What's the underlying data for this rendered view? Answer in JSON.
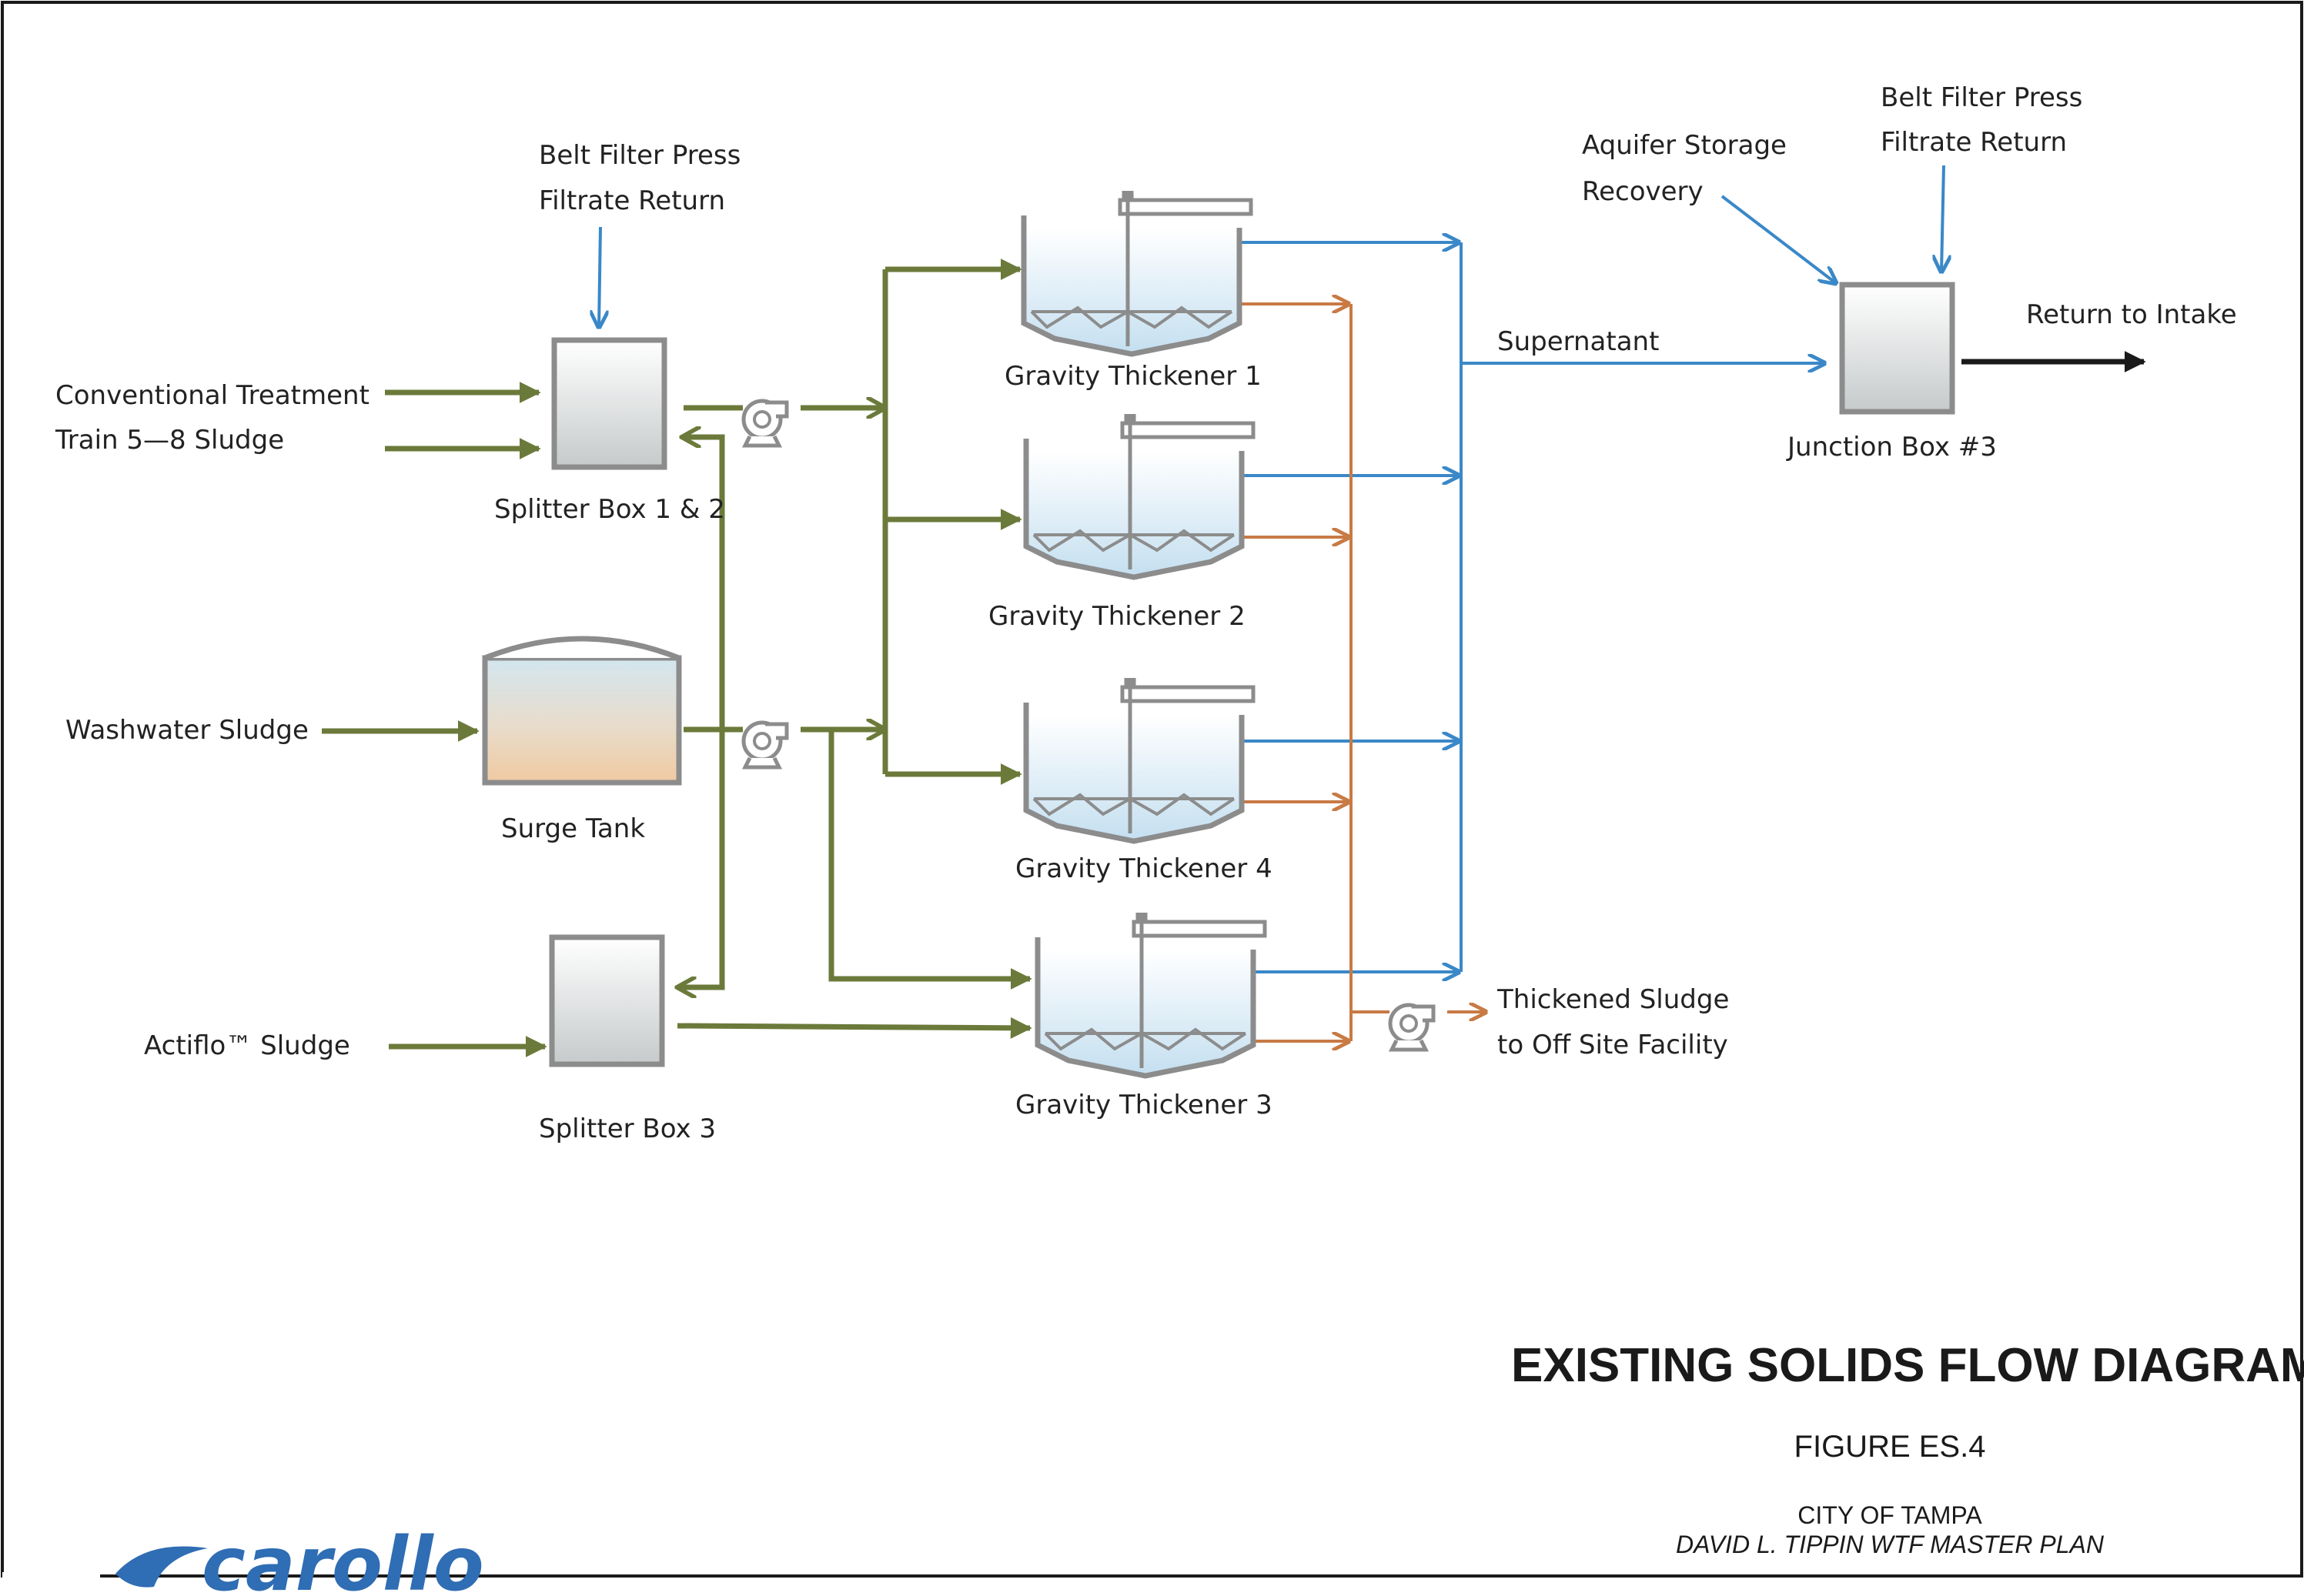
{
  "labels": {
    "conventional_line1": "Conventional Treatment",
    "conventional_line2": "Train 5—8 Sludge",
    "washwater": "Washwater Sludge",
    "actiflo": "Actiflo™ Sludge",
    "bfp_left_line1": "Belt Filter Press",
    "bfp_left_line2": "Filtrate Return",
    "splitter12": "Splitter Box 1 & 2",
    "surge_tank": "Surge Tank",
    "splitter3": "Splitter Box 3",
    "gt1": "Gravity Thickener 1",
    "gt2": "Gravity Thickener 2",
    "gt4": "Gravity Thickener 4",
    "gt3": "Gravity Thickener 3",
    "supernatant": "Supernatant",
    "thickened_line1": "Thickened Sludge",
    "thickened_line2": "to Off Site Facility",
    "asr_line1": "Aquifer Storage",
    "asr_line2": "Recovery",
    "bfp_right_line1": "Belt Filter Press",
    "bfp_right_line2": "Filtrate Return",
    "junction_box": "Junction Box #3",
    "return_intake": "Return to Intake"
  },
  "title_block": {
    "title": "EXISTING SOLIDS FLOW DIAGRAM",
    "figure": "FIGURE ES.4",
    "client": "CITY OF TAMPA",
    "plan": "DAVID L. TIPPIN WTF MASTER PLAN",
    "logo": "carollo"
  },
  "colors": {
    "sludge_line": "#6b7a3a",
    "supernatant_line": "#3a88c8",
    "thickened_line": "#c87a45",
    "return_line": "#1a1a1a",
    "equipment_outline": "#8c8c8c",
    "logo": "#2f6db4"
  }
}
